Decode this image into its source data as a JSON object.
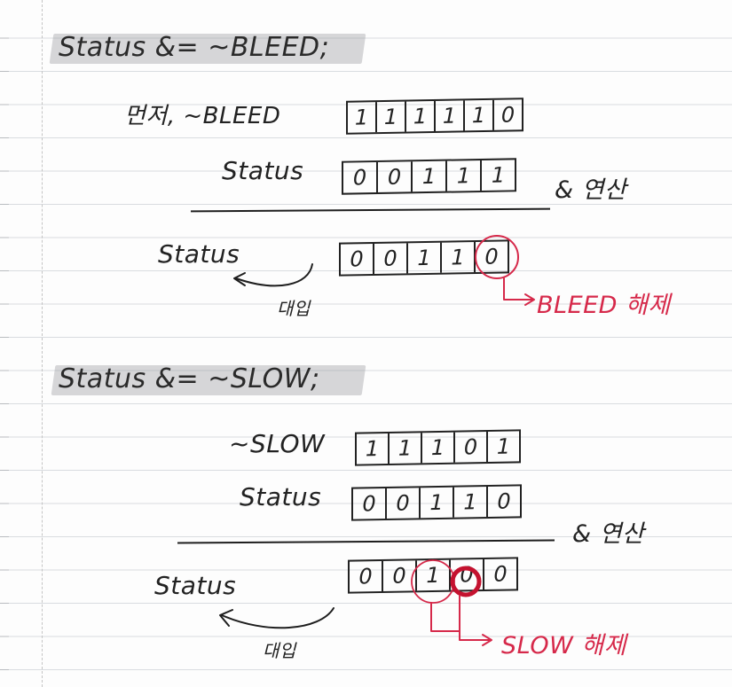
{
  "section1": {
    "statement": "Status &= ~BLEED;",
    "row_mask": {
      "label": "먼저, ~BLEED",
      "bits": [
        "1",
        "1",
        "1",
        "1",
        "1",
        "0"
      ]
    },
    "row_status": {
      "label": "Status",
      "bits": [
        "0",
        "0",
        "1",
        "1",
        "1"
      ]
    },
    "op_label": "& 연산",
    "row_result": {
      "label": "Status",
      "bits": [
        "0",
        "0",
        "1",
        "1",
        "0"
      ]
    },
    "assign_label": "대입",
    "annotation": "BLEED 해제"
  },
  "section2": {
    "statement": "Status &= ~SLOW;",
    "row_mask": {
      "label": "~SLOW",
      "bits": [
        "1",
        "1",
        "1",
        "0",
        "1"
      ]
    },
    "row_status": {
      "label": "Status",
      "bits": [
        "0",
        "0",
        "1",
        "1",
        "0"
      ]
    },
    "op_label": "& 연산",
    "row_result": {
      "label": "Status",
      "bits": [
        "0",
        "0",
        "1",
        "0",
        "0"
      ]
    },
    "assign_label": "대입",
    "annotation": "SLOW 해제"
  },
  "colors": {
    "ink": "#1c1c1c",
    "red_pen": "#d6294a",
    "highlighter": "#9a9aa0",
    "ruled_line": "#d9dce0"
  }
}
